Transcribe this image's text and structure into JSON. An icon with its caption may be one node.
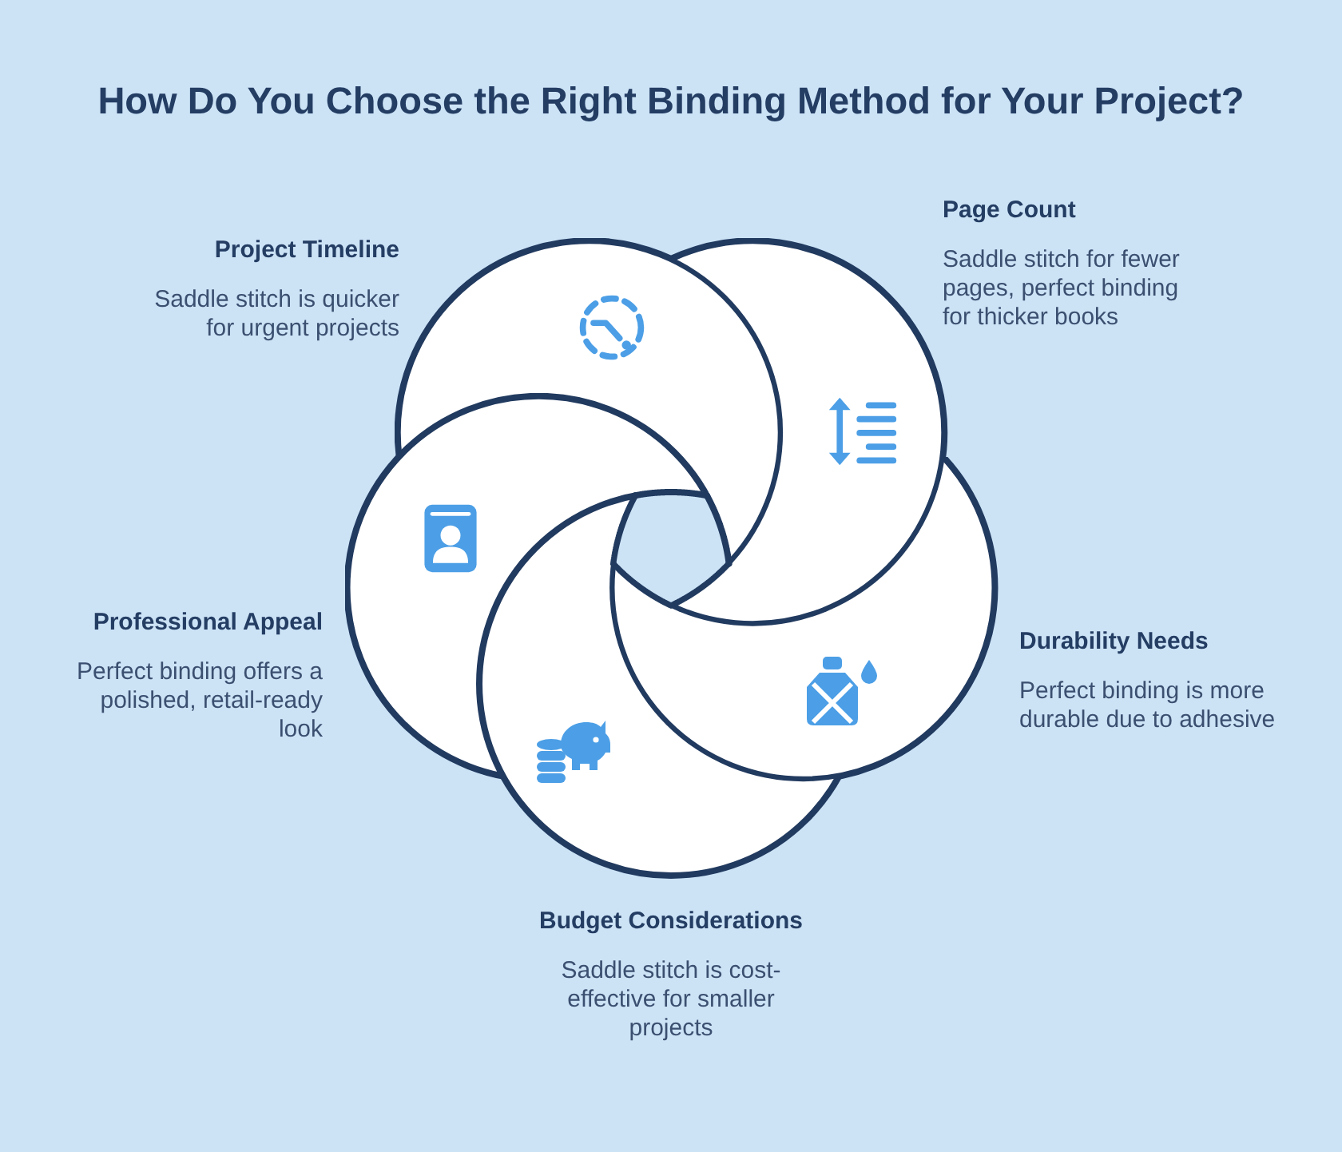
{
  "diagram": {
    "title": "How Do You Choose the Right Binding Method for Your Project?",
    "nodes": [
      {
        "text": [
          "Project Timeline",
          "Saddle stitch is quicker for urgent projects"
        ]
      },
      {
        "text": [
          "Page Count",
          "Saddle stitch for fewer pages, perfect binding for thicker books"
        ]
      },
      {
        "text": [
          "Professional Appeal",
          "Perfect binding offers a polished, retail-ready look"
        ]
      },
      {
        "text": [
          "Durability Needs",
          "Perfect binding is more durable due to adhesive"
        ]
      },
      {
        "text": [
          "Budget Considerations",
          "Saddle stitch is cost-effective for smaller projects"
        ]
      }
    ]
  }
}
